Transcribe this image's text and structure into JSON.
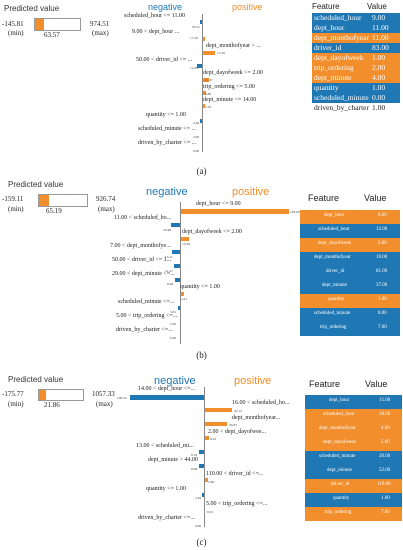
{
  "colors": {
    "negative": "#1f77b4",
    "positive": "#f28e2b"
  },
  "panels": [
    {
      "label": "(a)",
      "pv": {
        "title": "Predicted value",
        "min": "-145.81",
        "min_label": "(min)",
        "value": "63.57",
        "max": "974.51",
        "max_label": "(max)",
        "fill": 0.19
      },
      "neg_label": "negative",
      "pos_label": "positive",
      "features": [
        {
          "cond": "scheduled_hour <= 11.00",
          "sign": "neg",
          "w": 0.04,
          "num": "95.41"
        },
        {
          "cond": "9.00 < dept_hour ...",
          "sign": "neg",
          "w": 0.0,
          "num": "17.29"
        },
        {
          "cond": "dept_monthofyear > ...",
          "sign": "pos",
          "w": 0.02,
          "num": "17.29"
        },
        {
          "cond": "50.00 < driver_id <= ...",
          "sign": "neg",
          "w": 0.01,
          "num": "11.98"
        },
        {
          "cond": "dept_dayofweek <= 2.00",
          "sign": "pos",
          "w": 0.01,
          "num": "11.97"
        },
        {
          "cond": "trip_ordering <= 5.00",
          "sign": "pos",
          "w": 0.005,
          "num": "6.80"
        },
        {
          "cond": "dept_minute <= 14.00",
          "sign": "pos",
          "w": 0.004,
          "num": "5.18"
        },
        {
          "cond": "quantity <= 1.00",
          "sign": "neg",
          "w": 0.003,
          "num": "2.48"
        },
        {
          "cond": "scheduled_minute <= ...",
          "sign": "neg",
          "w": 0.002,
          "num": "2.00"
        },
        {
          "cond": "driven_by_charter <= ...",
          "sign": "neg",
          "w": 0.0,
          "num": "0.00"
        }
      ],
      "table": {
        "h_feature": "Feature",
        "h_value": "Value",
        "rows": [
          {
            "f": "scheduled_hour",
            "v": "9.00",
            "c": "neg"
          },
          {
            "f": "dept_hour",
            "v": "11.00",
            "c": "neg"
          },
          {
            "f": "dept_monthofyear",
            "v": "11.00",
            "c": "pos"
          },
          {
            "f": "driver_id",
            "v": "83.00",
            "c": "neg"
          },
          {
            "f": "dept_dayofweek",
            "v": "1.00",
            "c": "pos"
          },
          {
            "f": "trip_ordering",
            "v": "2.00",
            "c": "pos"
          },
          {
            "f": "dept_minute",
            "v": "4.00",
            "c": "pos"
          },
          {
            "f": "quantity",
            "v": "1.00",
            "c": "neg"
          },
          {
            "f": "scheduled_minute",
            "v": "0.00",
            "c": "neg"
          },
          {
            "f": "driven_by_charter",
            "v": "1.00",
            "c": "none"
          }
        ]
      }
    },
    {
      "label": "(b)",
      "pv": {
        "title": "Predicted value",
        "min": "-159.11",
        "min_label": "(min)",
        "value": "65.19",
        "max": "926.74",
        "max_label": "(max)",
        "fill": 0.2
      },
      "neg_label": "negative",
      "pos_label": "positive",
      "features": [
        {
          "cond": "dept_hour <= 9.00",
          "sign": "pos",
          "w": 0.4,
          "num": "183.00"
        },
        {
          "cond": "11.00 < scheduled_ho...",
          "sign": "neg",
          "w": 0.04,
          "num": "18.48"
        },
        {
          "cond": "dept_dayofweek <= 2.00",
          "sign": "pos",
          "w": 0.03,
          "num": "14.38"
        },
        {
          "cond": "7.00 < dept_monthofye...",
          "sign": "neg",
          "w": 0.03,
          "num": "13.11"
        },
        {
          "cond": "50.00 < driver_id <= 1...",
          "sign": "neg",
          "w": 0.02,
          "num": "11.47"
        },
        {
          "cond": "29.00 < dept_minute <=...",
          "sign": "neg",
          "w": 0.02,
          "num": "8.98"
        },
        {
          "cond": "quantity <= 1.00",
          "sign": "pos",
          "w": 0.01,
          "num": "4.41"
        },
        {
          "cond": "scheduled_minute <=...",
          "sign": "neg",
          "w": 0.01,
          "num": "3.81"
        },
        {
          "cond": "5.00 < trip_ordering <=...",
          "sign": "neg",
          "w": 0.005,
          "num": "2.65"
        },
        {
          "cond": "driven_by_charter <=...",
          "sign": "neg",
          "w": 0.0,
          "num": "0.00"
        }
      ],
      "table": {
        "h_feature": "Feature",
        "h_value": "Value",
        "rows": [
          {
            "f": "dept_hour",
            "v": "8.00",
            "c": "pos"
          },
          {
            "f": "scheduled_hour",
            "v": "12.00",
            "c": "neg"
          },
          {
            "f": "dept_dayofweek",
            "v": "2.00",
            "c": "pos"
          },
          {
            "f": "dept_monthofyear",
            "v": "10.00",
            "c": "neg"
          },
          {
            "f": "driver_id",
            "v": "81.00",
            "c": "neg"
          },
          {
            "f": "dept_minute",
            "v": "37.00",
            "c": "neg"
          },
          {
            "f": "quantity",
            "v": "1.00",
            "c": "pos"
          },
          {
            "f": "scheduled_minute",
            "v": "8.00",
            "c": "neg"
          },
          {
            "f": "trip_ordering",
            "v": "7.00",
            "c": "neg"
          }
        ]
      }
    },
    {
      "label": "(c)",
      "pv": {
        "title": "Predicted value",
        "min": "-175.77",
        "min_label": "(min)",
        "value": "21.86",
        "max": "1057.33",
        "max_label": "(max)",
        "fill": 0.16
      },
      "neg_label": "negative",
      "pos_label": "positive",
      "features": [
        {
          "cond": "14.00 < dept_hour <=...",
          "sign": "neg",
          "w": 0.4,
          "num": "100.94"
        },
        {
          "cond": "16.00 < scheduled_ho...",
          "sign": "pos",
          "w": 0.13,
          "num": "42.12"
        },
        {
          "cond": "dept_monthofyear...",
          "sign": "pos",
          "w": 0.1,
          "num": "34.83"
        },
        {
          "cond": "2.00 < dept_dayofwee...",
          "sign": "pos",
          "w": 0.03,
          "num": "8.22"
        },
        {
          "cond": "13.00 < scheduled_mi...",
          "sign": "neg",
          "w": 0.03,
          "num": "8.19"
        },
        {
          "cond": "dept_minute > 44.00",
          "sign": "neg",
          "w": 0.03,
          "num": "8.08"
        },
        {
          "cond": "110.00 < driver_id <=...",
          "sign": "pos",
          "w": 0.02,
          "num": "5.80"
        },
        {
          "cond": "quantity <= 1.00",
          "sign": "neg",
          "w": 0.01,
          "num": "2.49"
        },
        {
          "cond": "5.00 < trip_ordering <=...",
          "sign": "pos",
          "w": 0.005,
          "num": "0.91"
        },
        {
          "cond": "driven_by_charter <=...",
          "sign": "neg",
          "w": 0.0,
          "num": "0.00"
        }
      ],
      "table": {
        "h_feature": "Feature",
        "h_value": "Value",
        "rows": [
          {
            "f": "dept_hour",
            "v": "15.00",
            "c": "neg"
          },
          {
            "f": "scheduled_hour",
            "v": "18.00",
            "c": "pos"
          },
          {
            "f": "dept_monthofyear",
            "v": "4.00",
            "c": "pos"
          },
          {
            "f": "dept_dayofweek",
            "v": "5.00",
            "c": "pos"
          },
          {
            "f": "scheduled_minute",
            "v": "20.00",
            "c": "neg"
          },
          {
            "f": "dept_minute",
            "v": "52.00",
            "c": "neg"
          },
          {
            "f": "driver_id",
            "v": "119.00",
            "c": "pos"
          },
          {
            "f": "quantity",
            "v": "1.00",
            "c": "neg"
          },
          {
            "f": "trip_ordering",
            "v": "7.00",
            "c": "pos"
          }
        ]
      }
    }
  ]
}
